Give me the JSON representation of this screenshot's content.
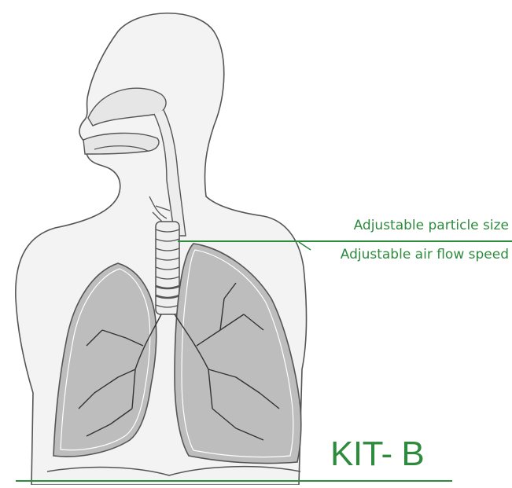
{
  "diagram": {
    "annotations": {
      "particle_size": "Adjustable particle size",
      "air_flow_speed": "Adjustable air flow speed"
    },
    "kit_label": "KIT- B"
  },
  "colors": {
    "accent_green": "#2e8b3e",
    "outline": "#555555",
    "body_fill": "#f3f3f3",
    "lung_fill": "#bdbdbd"
  }
}
